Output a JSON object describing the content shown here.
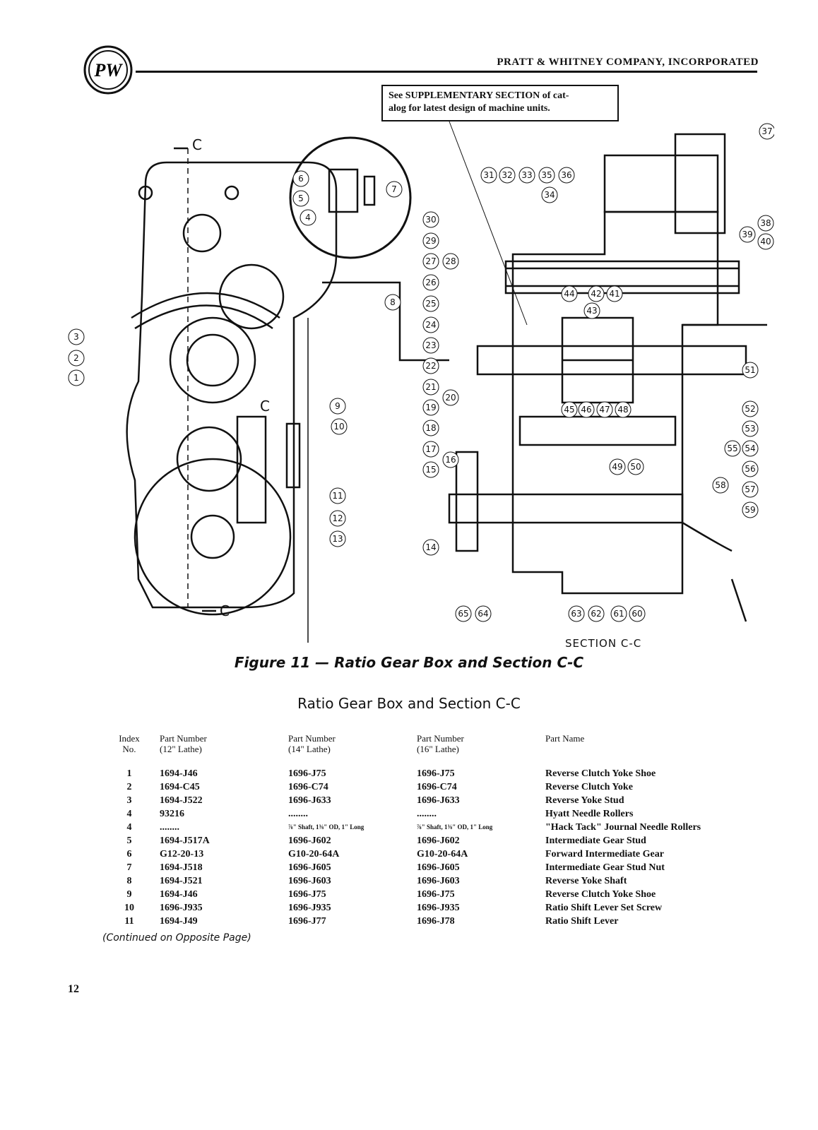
{
  "header": {
    "logo_text": "P&W",
    "company": "PRATT & WHITNEY COMPANY, INCORPORATED"
  },
  "notice": {
    "line1": "See SUPPLEMENTARY SECTION of cat-",
    "line2": "alog for latest design of machine units."
  },
  "drawing": {
    "section_marks": [
      "C",
      "C",
      "C"
    ],
    "left_callouts": [
      "1",
      "2",
      "3",
      "4",
      "5",
      "6",
      "7",
      "8",
      "9",
      "10",
      "11",
      "12",
      "13"
    ],
    "right_callouts": [
      "14",
      "15",
      "16",
      "17",
      "18",
      "19",
      "20",
      "21",
      "22",
      "23",
      "24",
      "25",
      "26",
      "27",
      "28",
      "29",
      "30",
      "31",
      "32",
      "33",
      "34",
      "35",
      "36",
      "37",
      "38",
      "39",
      "40",
      "41",
      "42",
      "43",
      "44",
      "45",
      "46",
      "47",
      "48",
      "49",
      "50",
      "51",
      "52",
      "53",
      "54",
      "55",
      "56",
      "57",
      "58",
      "59",
      "60",
      "61",
      "62",
      "63",
      "64",
      "65"
    ]
  },
  "section_label": "SECTION C-C",
  "figure_caption": "Figure 11 — Ratio Gear Box and Section C-C",
  "table_title": "Ratio Gear Box and Section C-C",
  "table": {
    "headers": [
      "Index\nNo.",
      "Part Number\n(12\" Lathe)",
      "Part Number\n(14\" Lathe)",
      "Part Number\n(16\" Lathe)",
      "Part Name"
    ],
    "rows": [
      [
        "1",
        "1694-J46",
        "1696-J75",
        "1696-J75",
        "Reverse Clutch Yoke Shoe"
      ],
      [
        "2",
        "1694-C45",
        "1696-C74",
        "1696-C74",
        "Reverse Clutch Yoke"
      ],
      [
        "3",
        "1694-J522",
        "1696-J633",
        "1696-J633",
        "Reverse Yoke Stud"
      ],
      [
        "4",
        "93216",
        "........",
        "........",
        "Hyatt Needle Rollers"
      ],
      [
        "4",
        "........",
        "⅞\" Shaft, 1⅜\" OD, 1\" Long",
        "⅞\" Shaft, 1⅜\" OD, 1\" Long",
        "\"Hack Tack\" Journal Needle Rollers"
      ],
      [
        "5",
        "1694-J517A",
        "1696-J602",
        "1696-J602",
        "Intermediate Gear Stud"
      ],
      [
        "6",
        "G12-20-13",
        "G10-20-64A",
        "G10-20-64A",
        "Forward Intermediate Gear"
      ],
      [
        "7",
        "1694-J518",
        "1696-J605",
        "1696-J605",
        "Intermediate Gear Stud Nut"
      ],
      [
        "8",
        "1694-J521",
        "1696-J603",
        "1696-J603",
        "Reverse Yoke Shaft"
      ],
      [
        "9",
        "1694-J46",
        "1696-J75",
        "1696-J75",
        "Reverse Clutch Yoke Shoe"
      ],
      [
        "10",
        "1696-J935",
        "1696-J935",
        "1696-J935",
        "Ratio Shift Lever Set Screw"
      ],
      [
        "11",
        "1694-J49",
        "1696-J77",
        "1696-J78",
        "Ratio Shift Lever"
      ]
    ]
  },
  "continued": "(Continued on Opposite Page)",
  "page_number": "12"
}
